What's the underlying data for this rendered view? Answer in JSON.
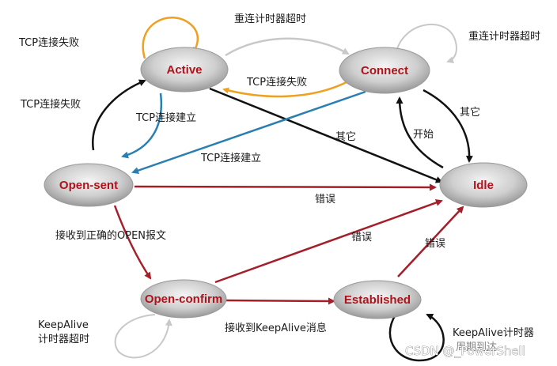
{
  "states": {
    "active": "Active",
    "connect": "Connect",
    "idle": "Idle",
    "open_sent": "Open-sent",
    "open_confirm": "Open-confirm",
    "established": "Established"
  },
  "edges": {
    "active_self": "TCP连接失败",
    "active_to_connect": "重连计时器超时",
    "connect_self": "重连计时器超时",
    "connect_to_active": "TCP连接失败",
    "opensent_to_active": "TCP连接失败",
    "active_to_opensent": "TCP连接建立",
    "active_to_idle": "其它",
    "connect_to_opensent": "TCP连接建立",
    "connect_to_idle": "其它",
    "idle_to_connect": "开始",
    "opensent_to_idle": "错误",
    "opensent_to_openconfirm": "接收到正确的OPEN报文",
    "openconfirm_to_idle": "错误",
    "established_to_idle": "错误",
    "openconfirm_to_established": "接收到KeepAlive消息",
    "openconfirm_self_line1": "KeepAlive",
    "openconfirm_self_line2": "计时器超时",
    "established_self_line1": "KeepAlive计时器",
    "established_self_line2": "周期到达"
  },
  "watermark": "CSDN @_PowerShell",
  "colors": {
    "state_text": "#b0121b",
    "orange": "#f0a020",
    "blue": "#2a7fb0",
    "red": "#a51f2b",
    "black": "#111111",
    "gray": "#c8c8c8"
  }
}
